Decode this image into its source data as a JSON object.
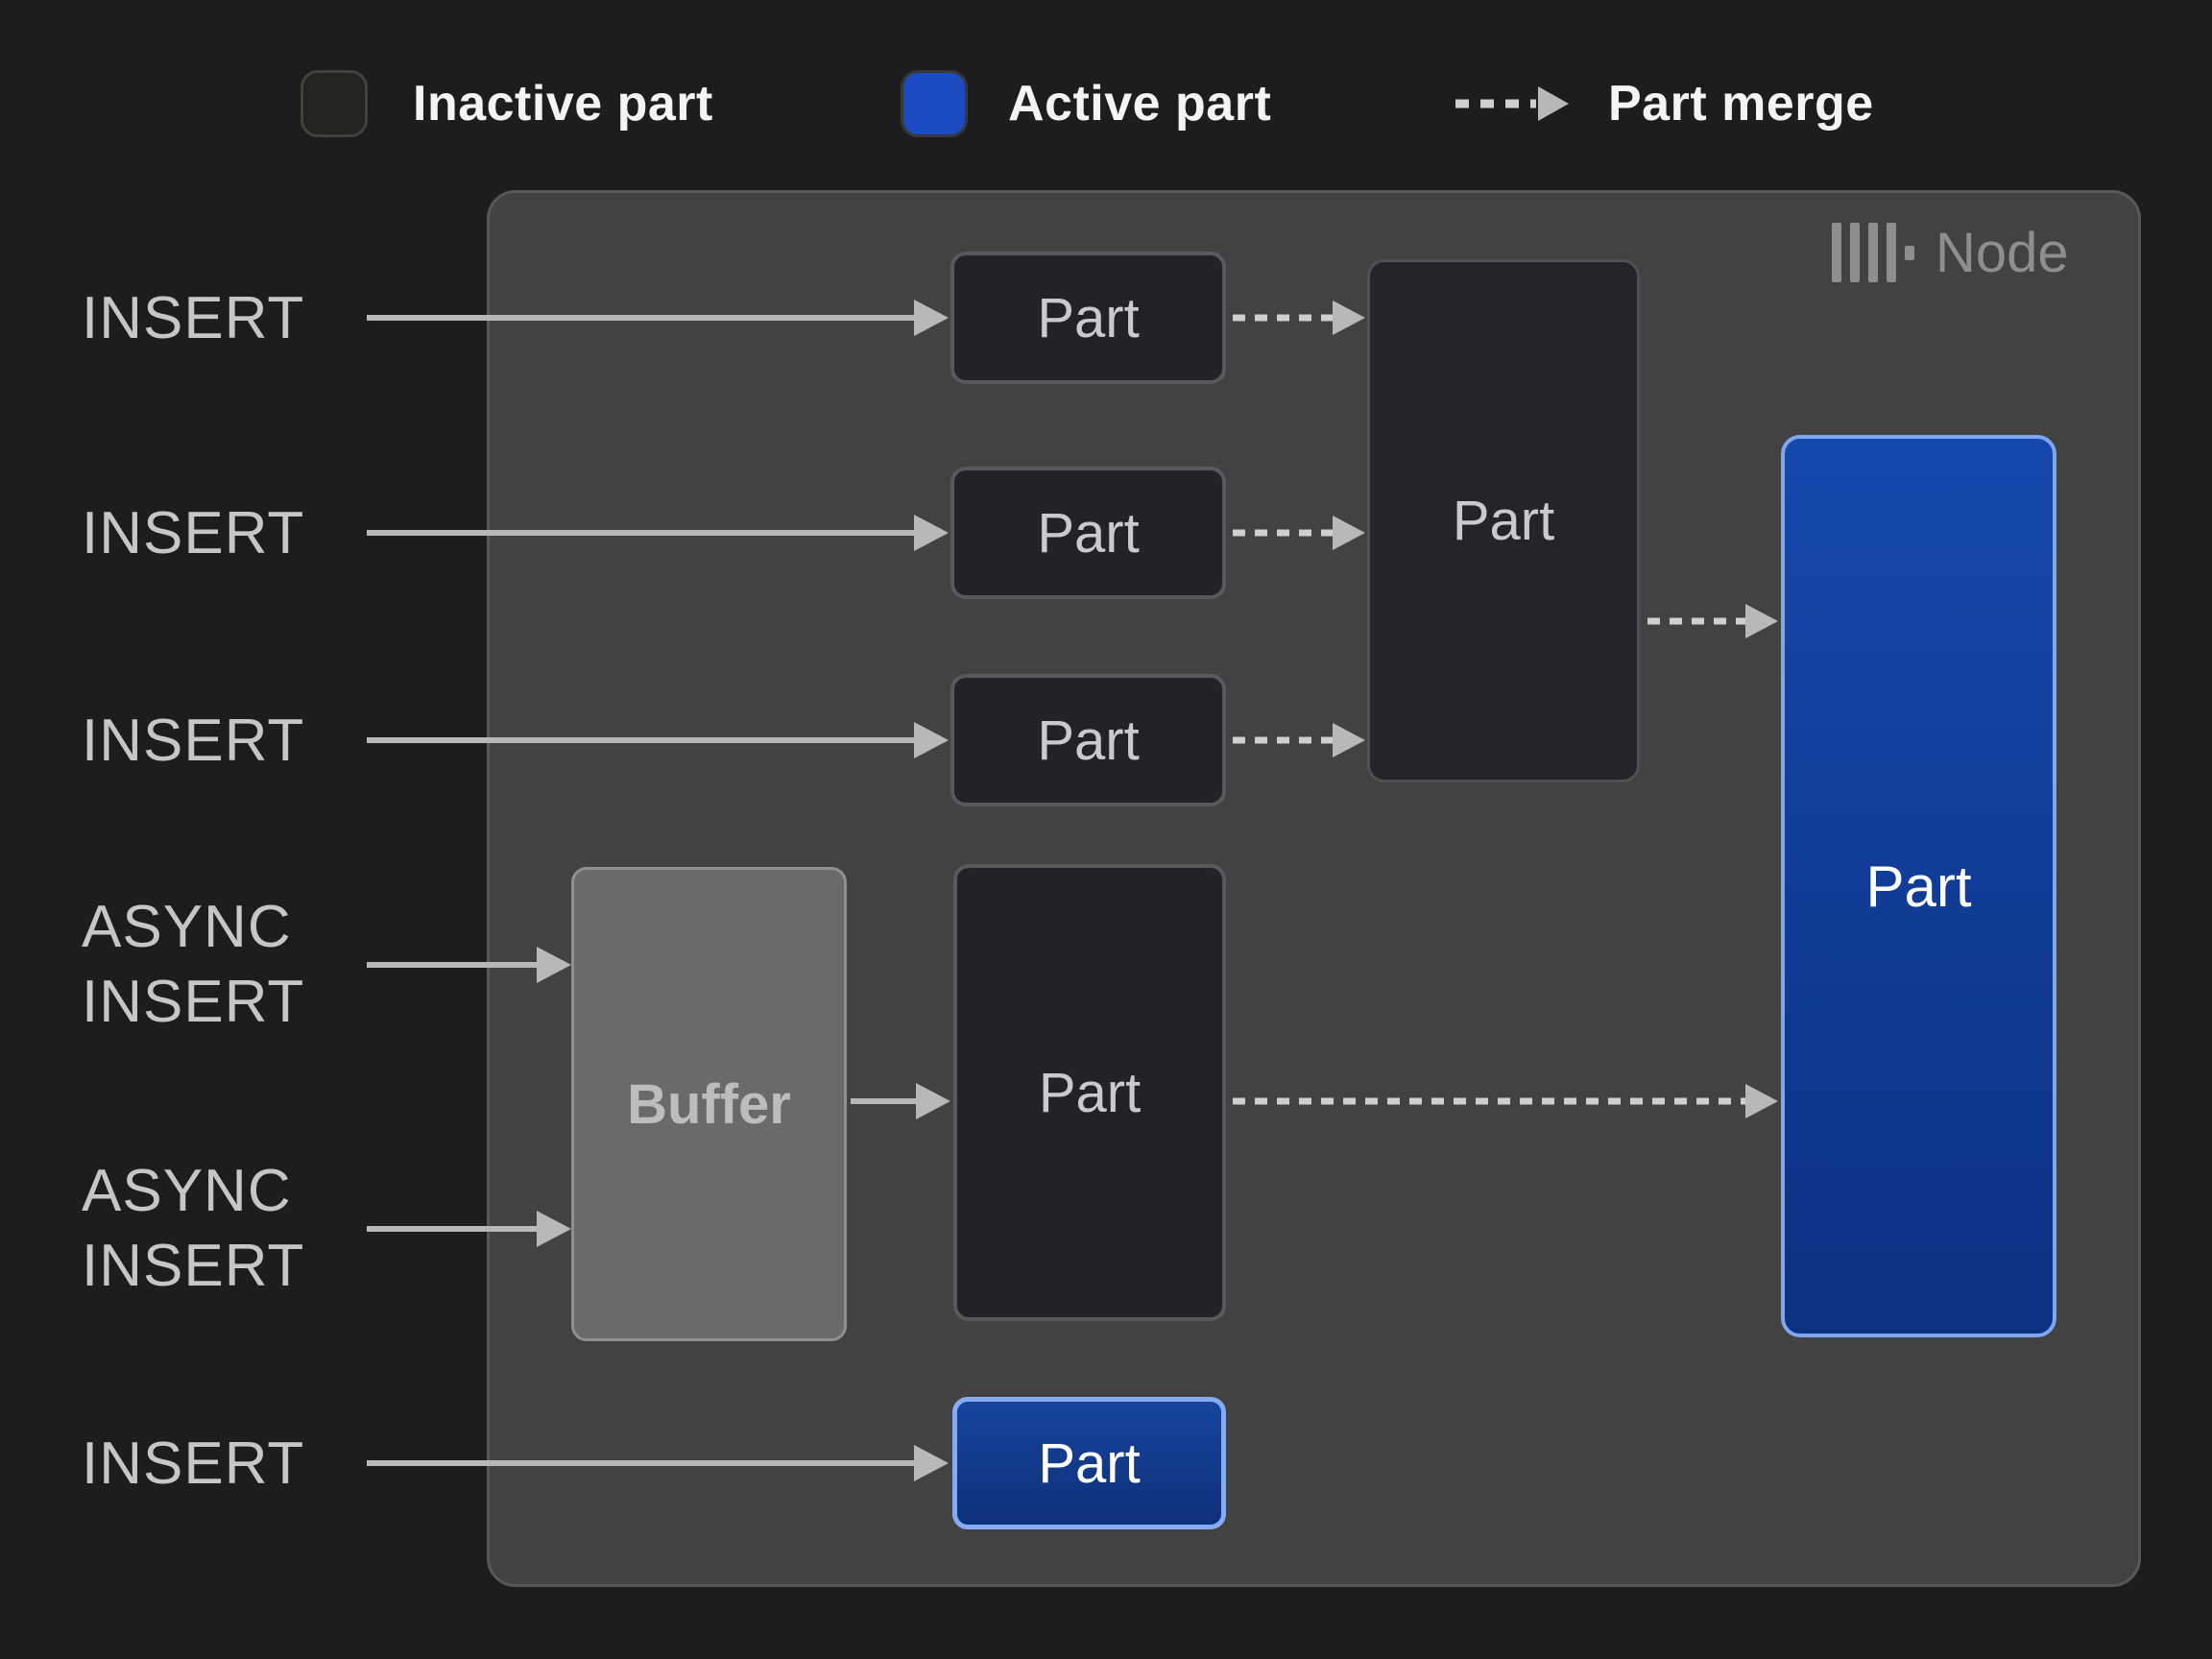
{
  "legend": {
    "inactive": {
      "label": "Inactive part",
      "swatch_color": "#242421"
    },
    "active": {
      "label": "Active part",
      "swatch_color": "#1b4ac1"
    },
    "merge": {
      "label": "Part merge"
    }
  },
  "node": {
    "title": "Node",
    "icon": "clickhouse-logo-icon"
  },
  "inputs": [
    {
      "label": "INSERT"
    },
    {
      "label": "INSERT"
    },
    {
      "label": "INSERT"
    },
    {
      "lines": [
        "ASYNC",
        "INSERT"
      ]
    },
    {
      "lines": [
        "ASYNC",
        "INSERT"
      ]
    },
    {
      "label": "INSERT"
    }
  ],
  "labels": {
    "part": "Part",
    "buffer": "Buffer"
  },
  "colors": {
    "background": "#1d1d1f",
    "node_fill": "#424242",
    "inactive_part_fill": "#222327",
    "active_part_fill_top": "#1548ad",
    "active_part_fill_bottom": "#0c3181",
    "active_part_border": "#7ea6f2",
    "buffer_fill": "#6a6a6a",
    "arrow": "#b8b8b8",
    "dashed_arrow": "#cfcfcf"
  }
}
